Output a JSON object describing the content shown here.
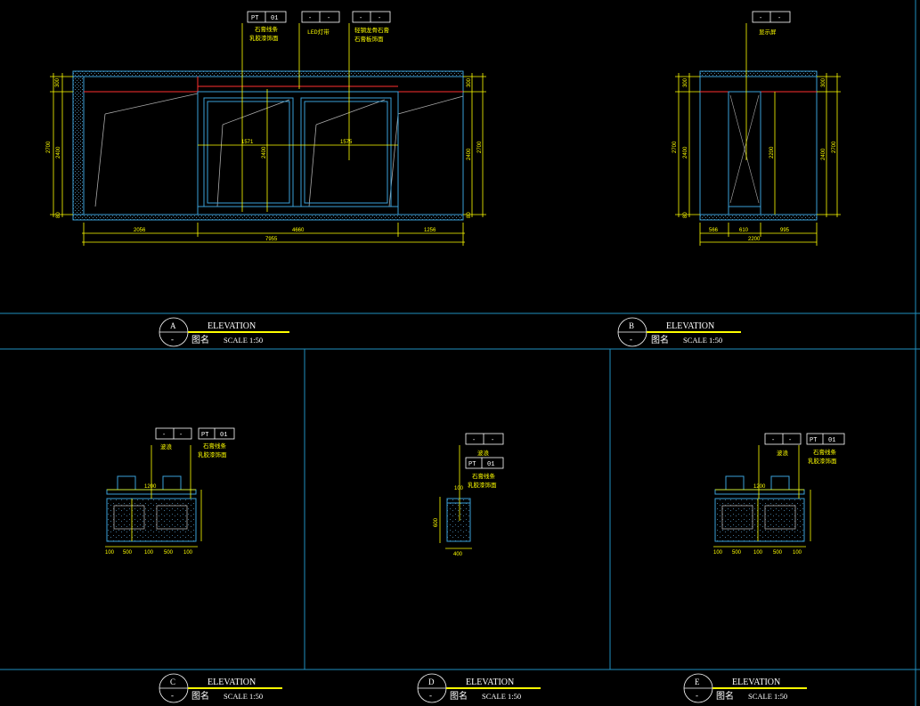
{
  "drawing": {
    "colors": {
      "background": "#000000",
      "frame": "#1f8fbf",
      "dimension": "#ffff00",
      "wall": "#3aa0d8",
      "accent": "#ff3030",
      "text": "#ffffff"
    },
    "elevation_a": {
      "label": "A",
      "sub": "-",
      "title": "ELEVATION",
      "name": "图名",
      "scale": "SCALE 1:50",
      "tag1_code": "PT",
      "tag1_num": "01",
      "tag1_note1": "石膏线条",
      "tag1_note2": "乳胶漆饰面",
      "tag2_code": "-",
      "tag2_num": "-",
      "tag2_note1": "LED灯带",
      "tag3_code": "-",
      "tag3_num": "-",
      "tag3_note1": "轻钢龙骨石膏",
      "tag3_note2": "石膏板饰面",
      "dim_left_1": "300",
      "dim_left_2": "2700",
      "dim_left_3": "2400",
      "dim_left_4": "80",
      "dim_right_1": "300",
      "dim_right_2": "2400",
      "dim_right_3": "2700",
      "dim_right_4": "80",
      "dim_mid_1": "1571",
      "dim_mid_2": "1575",
      "dim_mid_3": "2400",
      "dim_bottom_1": "2056",
      "dim_bottom_2": "4660",
      "dim_bottom_3": "1256",
      "dim_bottom_total": "7955"
    },
    "elevation_b": {
      "label": "B",
      "sub": "-",
      "title": "ELEVATION",
      "name": "图名",
      "scale": "SCALE 1:50",
      "tag1_code": "-",
      "tag1_num": "-",
      "tag1_note1": "显示屏",
      "dim_left_1": "300",
      "dim_left_2": "2700",
      "dim_left_3": "2400",
      "dim_left_4": "80",
      "dim_right_1": "300",
      "dim_right_2": "2400",
      "dim_right_3": "2700",
      "dim_mid": "2200",
      "dim_bottom_1": "566",
      "dim_bottom_2": "610",
      "dim_bottom_3": "995",
      "dim_bottom_total": "2200"
    },
    "elevation_c": {
      "label": "C",
      "sub": "-",
      "title": "ELEVATION",
      "name": "图名",
      "scale": "SCALE 1:50",
      "tag1_code": "-",
      "tag1_num": "-",
      "tag1_note1": "波浪",
      "tag2_code": "PT",
      "tag2_num": "01",
      "tag2_note1": "石膏线条",
      "tag2_note2": "乳胶漆饰面",
      "dim_top": "1200",
      "dim_bottom": [
        "100",
        "500",
        "100",
        "500",
        "100"
      ]
    },
    "elevation_d": {
      "label": "D",
      "sub": "-",
      "title": "ELEVATION",
      "name": "图名",
      "scale": "SCALE 1:50",
      "tag1_code": "-",
      "tag1_num": "-",
      "tag1_note1": "波浪",
      "tag2_code": "PT",
      "tag2_num": "01",
      "tag2_note1": "石膏线条",
      "tag2_note2": "乳胶漆饰面",
      "dim_top": "100",
      "dim_side": "600",
      "dim_bottom": "400"
    },
    "elevation_e": {
      "label": "E",
      "sub": "-",
      "title": "ELEVATION",
      "name": "图名",
      "scale": "SCALE 1:50",
      "tag1_code": "-",
      "tag1_num": "-",
      "tag1_note1": "波浪",
      "tag2_code": "PT",
      "tag2_num": "01",
      "tag2_note1": "石膏线条",
      "tag2_note2": "乳胶漆饰面",
      "dim_top": "1200",
      "dim_bottom": [
        "100",
        "500",
        "100",
        "500",
        "100"
      ]
    }
  }
}
